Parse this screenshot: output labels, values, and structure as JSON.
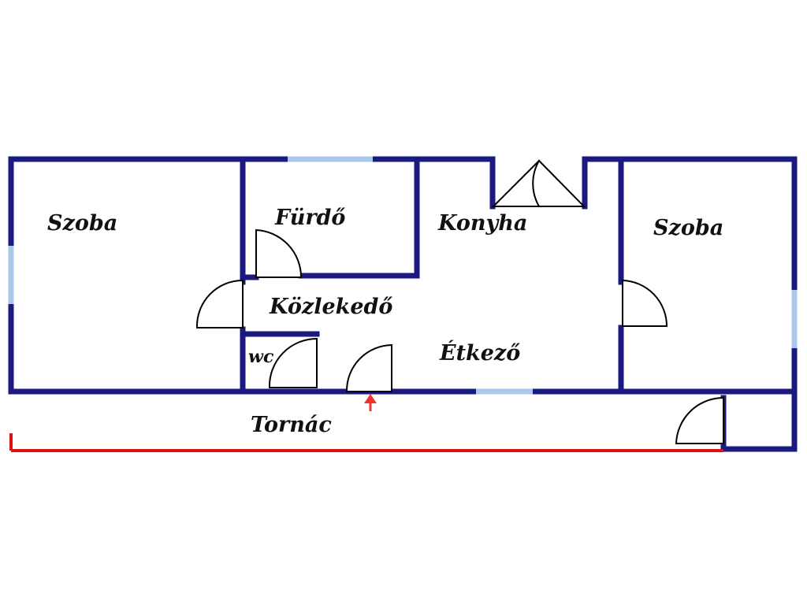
{
  "rooms": {
    "szoba_left": "Szoba",
    "furdo": "Fürdő",
    "konyha": "Konyha",
    "szoba_right": "Szoba",
    "kozlekedo": "Közlekedő",
    "wc": "wc",
    "etkezo": "Étkező",
    "tornac": "Tornác"
  },
  "colors": {
    "wall": "#1a1a80",
    "window": "#a8c8ec",
    "railing": "#dd1111",
    "entrance_arrow": "#ee3333"
  },
  "icons": {
    "entrance": "entrance-arrow-icon"
  }
}
